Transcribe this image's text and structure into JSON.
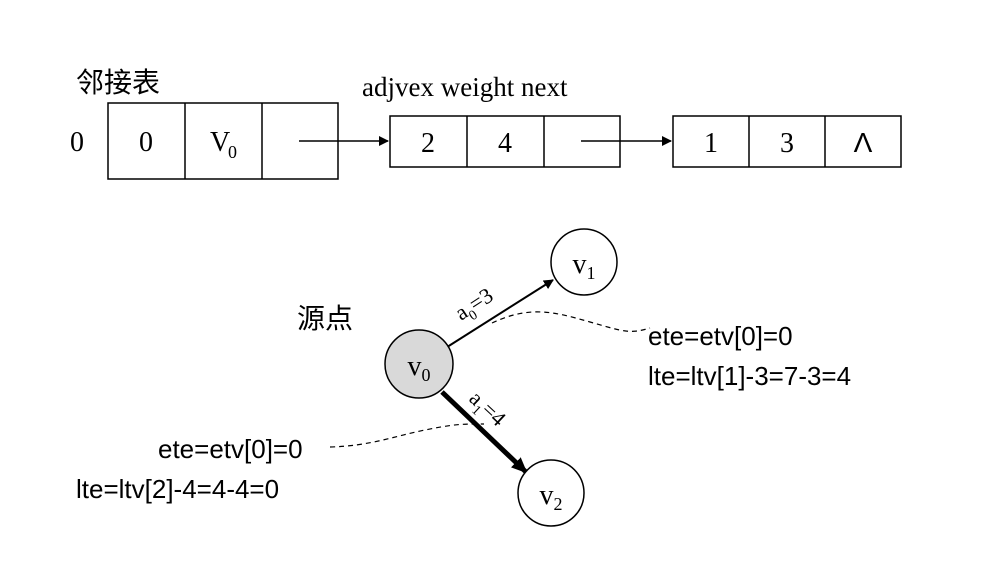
{
  "adjacency_label": "邻接表",
  "header_labels": "adjvex weight next",
  "vertex_row": {
    "index": "0",
    "cells": [
      "0",
      "V",
      "0"
    ]
  },
  "edge_node_1": {
    "adjvex": "2",
    "weight": "4"
  },
  "edge_node_2": {
    "adjvex": "1",
    "weight": "3",
    "null_symbol": "Λ"
  },
  "source_label": "源点",
  "nodes": {
    "v0": {
      "letter": "v",
      "sub": "0",
      "fill": "#d9d9d9"
    },
    "v1": {
      "letter": "v",
      "sub": "1"
    },
    "v2": {
      "letter": "v",
      "sub": "2"
    }
  },
  "edges": {
    "a0": {
      "letter": "a",
      "sub": "0",
      "rest": "=3"
    },
    "a1": {
      "letter": "a",
      "sub": "1",
      "rest": "=4"
    }
  },
  "annotations": {
    "right_ete": "ete=etv[0]=0",
    "right_lte": "lte=ltv[1]-3=7-3=4",
    "left_ete": "ete=etv[0]=0",
    "left_lte": "lte=ltv[2]-4=4-4=0"
  }
}
